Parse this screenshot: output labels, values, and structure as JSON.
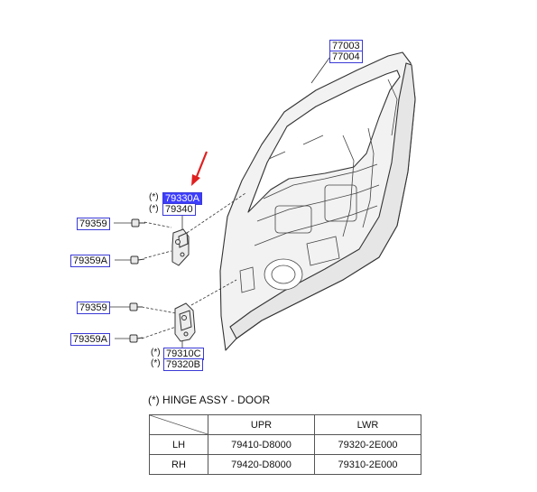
{
  "callouts": {
    "door_1": "77003",
    "door_2": "77004",
    "upper_hinge_1": "79330A",
    "upper_hinge_2": "79340",
    "upper_bolt_1": "79359",
    "upper_bolt_2": "79359A",
    "lower_bolt_1": "79359",
    "lower_bolt_2": "79359A",
    "lower_hinge_1": "79310C",
    "lower_hinge_2": "79320B"
  },
  "marker": "(*)",
  "legend": "(*) HINGE ASSY - DOOR",
  "table": {
    "headers": [
      "",
      "UPR",
      "LWR"
    ],
    "rows": [
      [
        "LH",
        "79410-D8000",
        "79320-2E000"
      ],
      [
        "RH",
        "79420-D8000",
        "79310-2E000"
      ]
    ]
  },
  "colors": {
    "arrow": "#e02020",
    "callout_border": "#3a3ad6",
    "highlight": "#3d3dff"
  }
}
